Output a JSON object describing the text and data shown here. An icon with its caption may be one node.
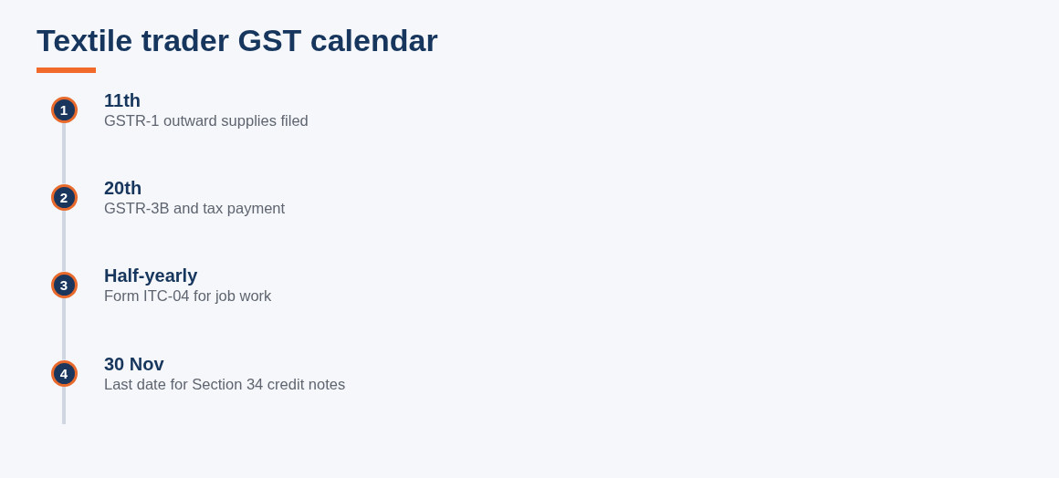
{
  "diagram": {
    "title": "Textile trader GST calendar",
    "nodes": [
      {
        "text": [
          "1"
        ],
        "beside": [
          "11th",
          "GSTR-1 outward supplies filed"
        ]
      },
      {
        "text": [
          "2"
        ],
        "beside": [
          "20th",
          "GSTR-3B and tax payment"
        ]
      },
      {
        "text": [
          "3"
        ],
        "beside": [
          "Half-yearly",
          "Form ITC-04 for job work"
        ]
      },
      {
        "text": [
          "4"
        ],
        "beside": [
          "30 Nov",
          "Last date for Section 34 credit notes"
        ]
      }
    ],
    "edges": [
      {
        "from": 0,
        "to": 1,
        "arrow": "none"
      },
      {
        "from": 1,
        "to": 2,
        "arrow": "none"
      },
      {
        "from": 2,
        "to": 3,
        "arrow": "none"
      },
      {
        "from": 3,
        "to": null,
        "arrow": "none"
      }
    ]
  }
}
